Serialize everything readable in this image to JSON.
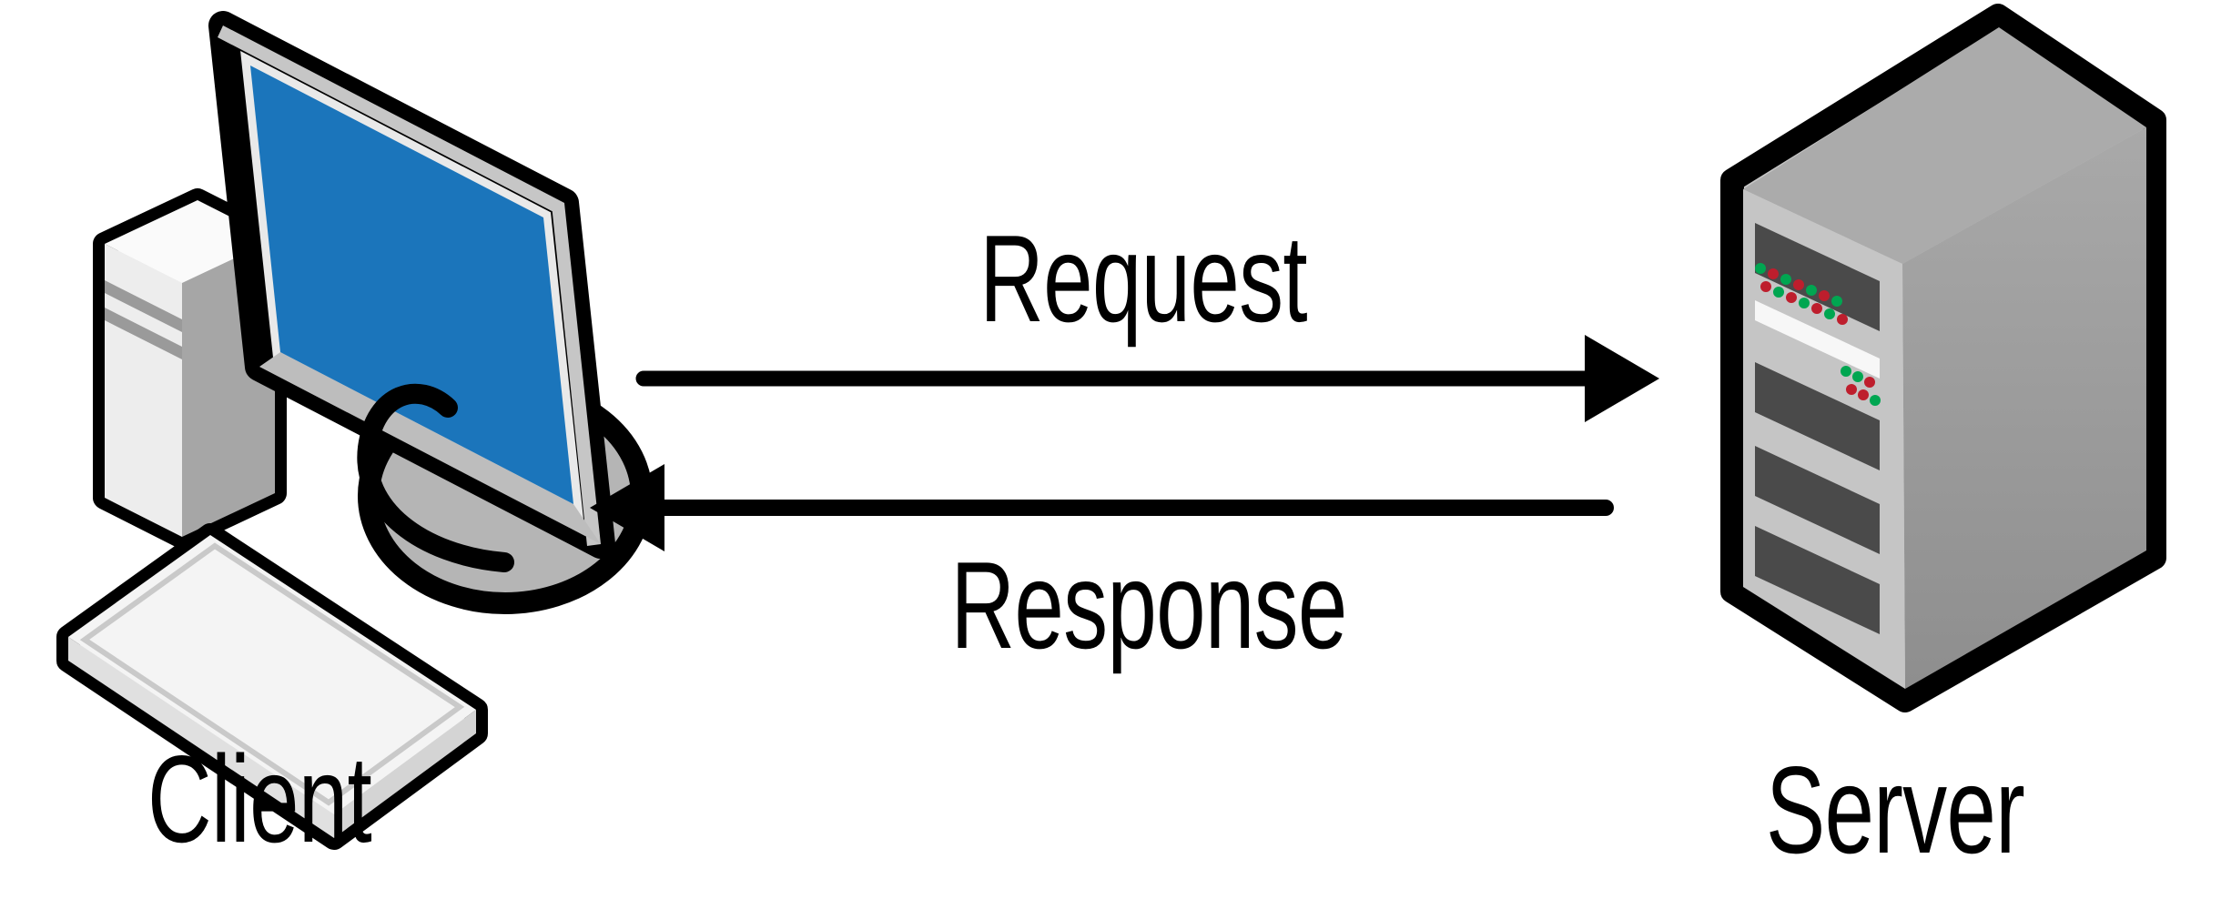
{
  "diagram": {
    "type": "client-server-request-response",
    "nodes": [
      {
        "id": "client",
        "label": "Client",
        "icon": "desktop-computer"
      },
      {
        "id": "server",
        "label": "Server",
        "icon": "server-tower"
      }
    ],
    "edges": [
      {
        "from": "client",
        "to": "server",
        "label": "Request",
        "direction": "right"
      },
      {
        "from": "server",
        "to": "client",
        "label": "Response",
        "direction": "left"
      }
    ],
    "colors": {
      "background": "#ffffff",
      "outline": "#000000",
      "arrow": "#000000",
      "screen_blue": "#1b75bb",
      "monitor_frame": "#e9e9e9",
      "monitor_edge_gray": "#c6c6c6",
      "monitor_shadow_gray": "#bdbdbd",
      "server_front_gray": "#c5c5c5",
      "server_side_gray": "#9a9a9a",
      "server_top_gray": "#ababab",
      "slot_dark_gray": "#4a4a4a",
      "white_stripe": "#f7f7f7",
      "led_green": "#00a651",
      "led_red": "#be1e2d"
    }
  }
}
